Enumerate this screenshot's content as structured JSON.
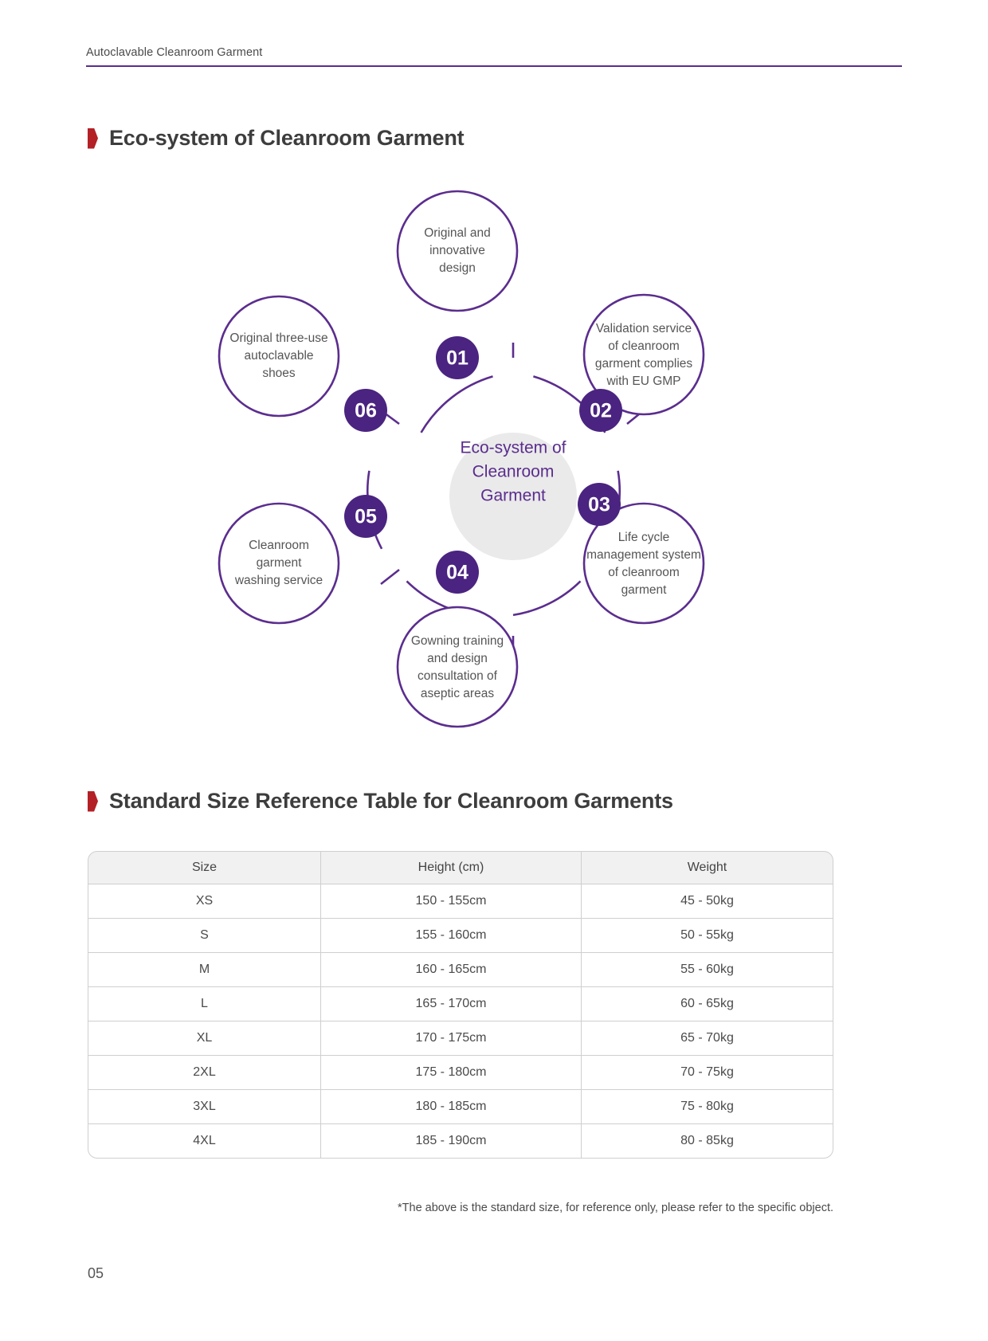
{
  "header": {
    "running_title": "Autoclavable Cleanroom Garment",
    "rule_color": "#5b2d8e"
  },
  "sections": {
    "eco_heading": "Eco-system of Cleanroom Garment",
    "table_heading": "Standard Size Reference Table for Cleanroom Garments",
    "marker_color": "#b32025"
  },
  "diagram": {
    "hub": {
      "line1": "Eco-system of",
      "line2": "Cleanroom",
      "line3": "Garment",
      "fill": "#eaeaea",
      "text_color": "#5b2d8e"
    },
    "accent_color": "#5b2d8e",
    "nodes": [
      {
        "number": "01",
        "lines": [
          "Original and",
          "innovative",
          "design"
        ]
      },
      {
        "number": "02",
        "lines": [
          "Validation service",
          "of cleanroom",
          "garment complies",
          "with EU GMP"
        ]
      },
      {
        "number": "03",
        "lines": [
          "Life cycle",
          "management system",
          "of cleanroom",
          "garment"
        ]
      },
      {
        "number": "04",
        "lines": [
          "Gowning training",
          "and design",
          "consultation of",
          "aseptic areas"
        ]
      },
      {
        "number": "05",
        "lines": [
          "Cleanroom",
          "garment",
          "washing service"
        ]
      },
      {
        "number": "06",
        "lines": [
          "Original three-use",
          "autoclavable",
          "shoes"
        ]
      }
    ]
  },
  "table": {
    "columns": [
      "Size",
      "Height (cm)",
      "Weight"
    ],
    "rows": [
      [
        "XS",
        "150 - 155cm",
        "45 - 50kg"
      ],
      [
        "S",
        "155 - 160cm",
        "50 - 55kg"
      ],
      [
        "M",
        "160 - 165cm",
        "55 - 60kg"
      ],
      [
        "L",
        "165 - 170cm",
        "60 - 65kg"
      ],
      [
        "XL",
        "170 - 175cm",
        "65 - 70kg"
      ],
      [
        "2XL",
        "175 - 180cm",
        "70 - 75kg"
      ],
      [
        "3XL",
        "180 - 185cm",
        "75 - 80kg"
      ],
      [
        "4XL",
        "185 - 190cm",
        "80 - 85kg"
      ]
    ],
    "note": "*The above is the standard size, for reference only, please refer to the specific object."
  },
  "footer": {
    "page_number": "05"
  }
}
